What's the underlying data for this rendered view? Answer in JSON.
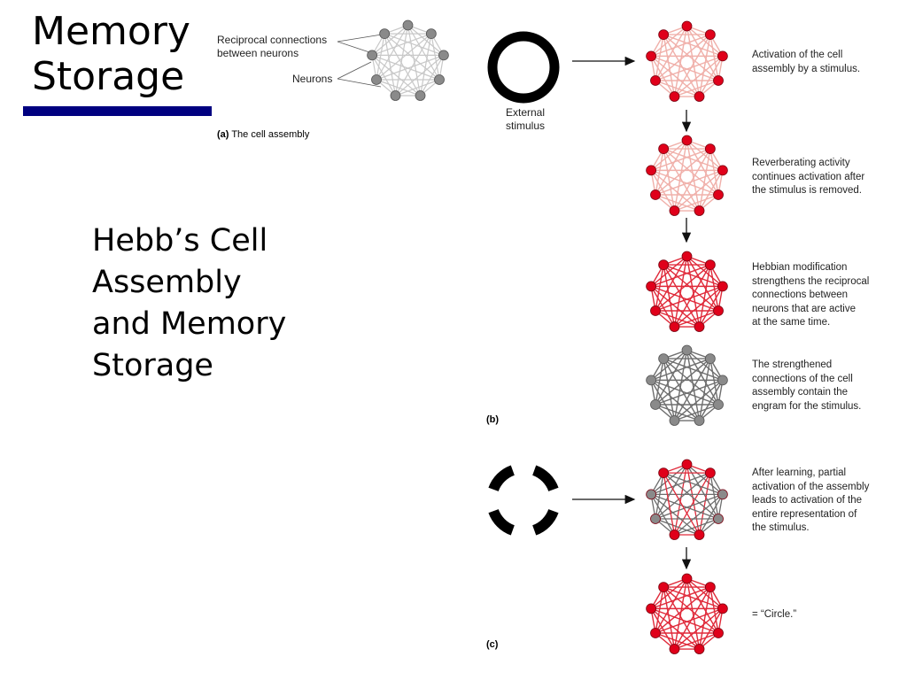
{
  "slide": {
    "title_lines": [
      "Memory",
      "Storage"
    ],
    "subtitle_lines": [
      "Hebb’s Cell",
      "Assembly",
      "and Memory",
      "Storage"
    ]
  },
  "panel_a": {
    "label_letter": "(a)",
    "label_text": "The cell assembly",
    "reciprocal_label_lines": [
      "Reciprocal connections",
      "between neurons"
    ],
    "neurons_label": "Neurons"
  },
  "panel_b": {
    "label_letter": "(b)",
    "stimulus_label_lines": [
      "External",
      "stimulus"
    ],
    "steps": [
      {
        "lines": [
          "Activation of the cell",
          "assembly by a stimulus."
        ],
        "style": "light"
      },
      {
        "lines": [
          "Reverberating activity",
          "continues activation after",
          "the stimulus is removed."
        ],
        "style": "light"
      },
      {
        "lines": [
          "Hebbian modification",
          "strengthens the reciprocal",
          "connections between",
          "neurons that are active",
          "at the same time."
        ],
        "style": "strong"
      },
      {
        "lines": [
          "The strengthened",
          "connections of the cell",
          "assembly contain the",
          "engram for the stimulus."
        ],
        "style": "gray"
      }
    ]
  },
  "panel_c": {
    "label_letter": "(c)",
    "steps": [
      {
        "lines": [
          "After learning, partial",
          "activation of the assembly",
          "leads to activation of the",
          "entire representation of",
          "the stimulus."
        ],
        "style": "partial"
      },
      {
        "lines": [
          "= “Circle.”"
        ],
        "style": "strong"
      }
    ]
  },
  "colors": {
    "title_rule": "#000080",
    "neuron_red": "#e0001a",
    "neuron_gray": "#8a8a8a",
    "edge_light": "#f0b0aa",
    "edge_strong": "#e02a3a",
    "edge_gray": "#6e6e6e",
    "edge_pale_gray": "#c8c8c8"
  }
}
